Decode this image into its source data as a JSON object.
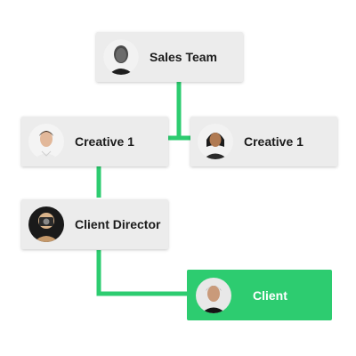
{
  "nodes": {
    "sales_team": {
      "label": "Sales Team",
      "avatar": "man-portrait-icon"
    },
    "creative_left": {
      "label": "Creative 1",
      "avatar": "man-portrait-icon"
    },
    "creative_right": {
      "label": "Creative 1",
      "avatar": "woman-portrait-icon"
    },
    "client_director": {
      "label": "Client Director",
      "avatar": "camera-holder-portrait-icon"
    },
    "client": {
      "label": "Client",
      "avatar": "man-portrait-icon"
    }
  },
  "colors": {
    "connector": "#2dcc70",
    "node_bg": "#ececec",
    "active_bg": "#2dcc70",
    "label": "#1b1b1b",
    "active_label": "#ffffff"
  }
}
